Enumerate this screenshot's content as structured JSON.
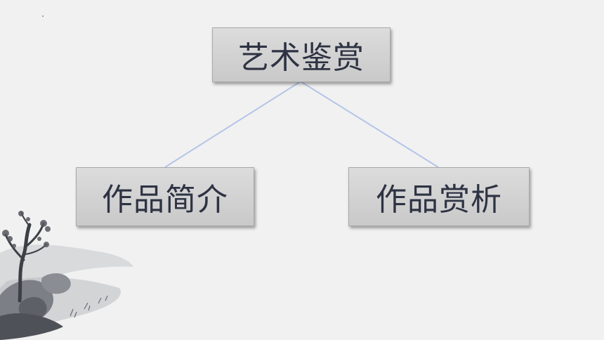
{
  "diagram": {
    "root": {
      "label": "艺术鉴赏"
    },
    "children": [
      {
        "label": "作品简介"
      },
      {
        "label": "作品赏析"
      }
    ],
    "connector_color": "#b4c5e8",
    "node_fill": "#d3d3d3",
    "text_color": "#2e3343"
  },
  "decoration": {
    "painting": "ink-landscape-tree"
  }
}
